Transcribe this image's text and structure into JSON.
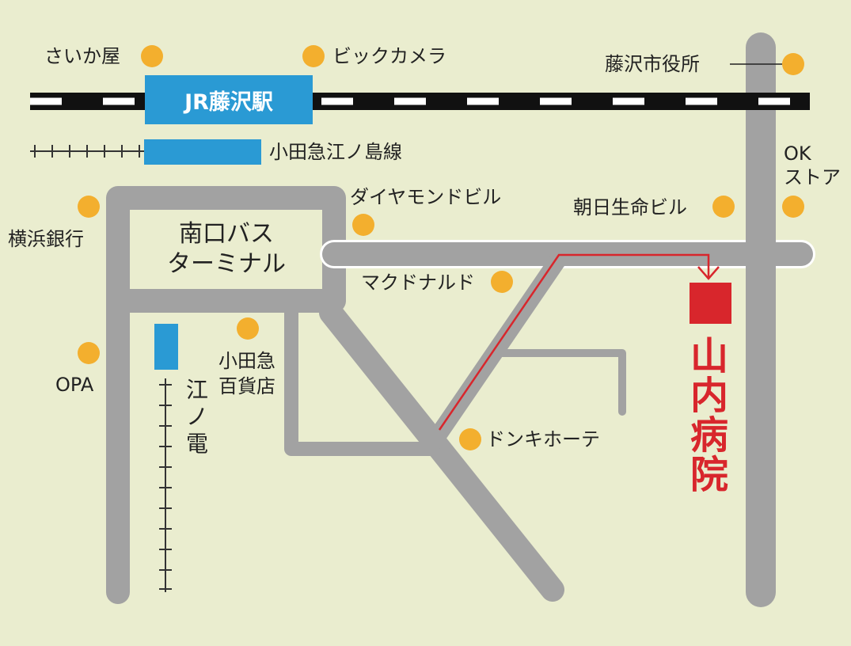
{
  "colors": {
    "background": "#eaedcf",
    "road": "#a2a2a2",
    "landmark": "#f3af2e",
    "hospital": "#d8262c",
    "rail_blue": "#2a9ad4"
  },
  "station": {
    "label": "JR藤沢駅"
  },
  "lines": {
    "odakyu_enoshima": "小田急江ノ島線",
    "enoden": "江ノ電"
  },
  "bus_terminal": {
    "line1": "南口バス",
    "line2": "ターミナル"
  },
  "hospital": {
    "name": "山内病院"
  },
  "landmarks": {
    "saikaya": "さいか屋",
    "bic_camera": "ビックカメラ",
    "city_hall": "藤沢市役所",
    "ok_store_line1": "OK",
    "ok_store_line2": "ストア",
    "diamond_bldg": "ダイヤモンドビル",
    "asahi_bldg": "朝日生命ビル",
    "yokohama_bank": "横浜銀行",
    "mcdonalds": "マクドナルド",
    "odakyu_dept_line1": "小田急",
    "odakyu_dept_line2": "百貨店",
    "opa": "OPA",
    "donki": "ドンキホーテ"
  }
}
